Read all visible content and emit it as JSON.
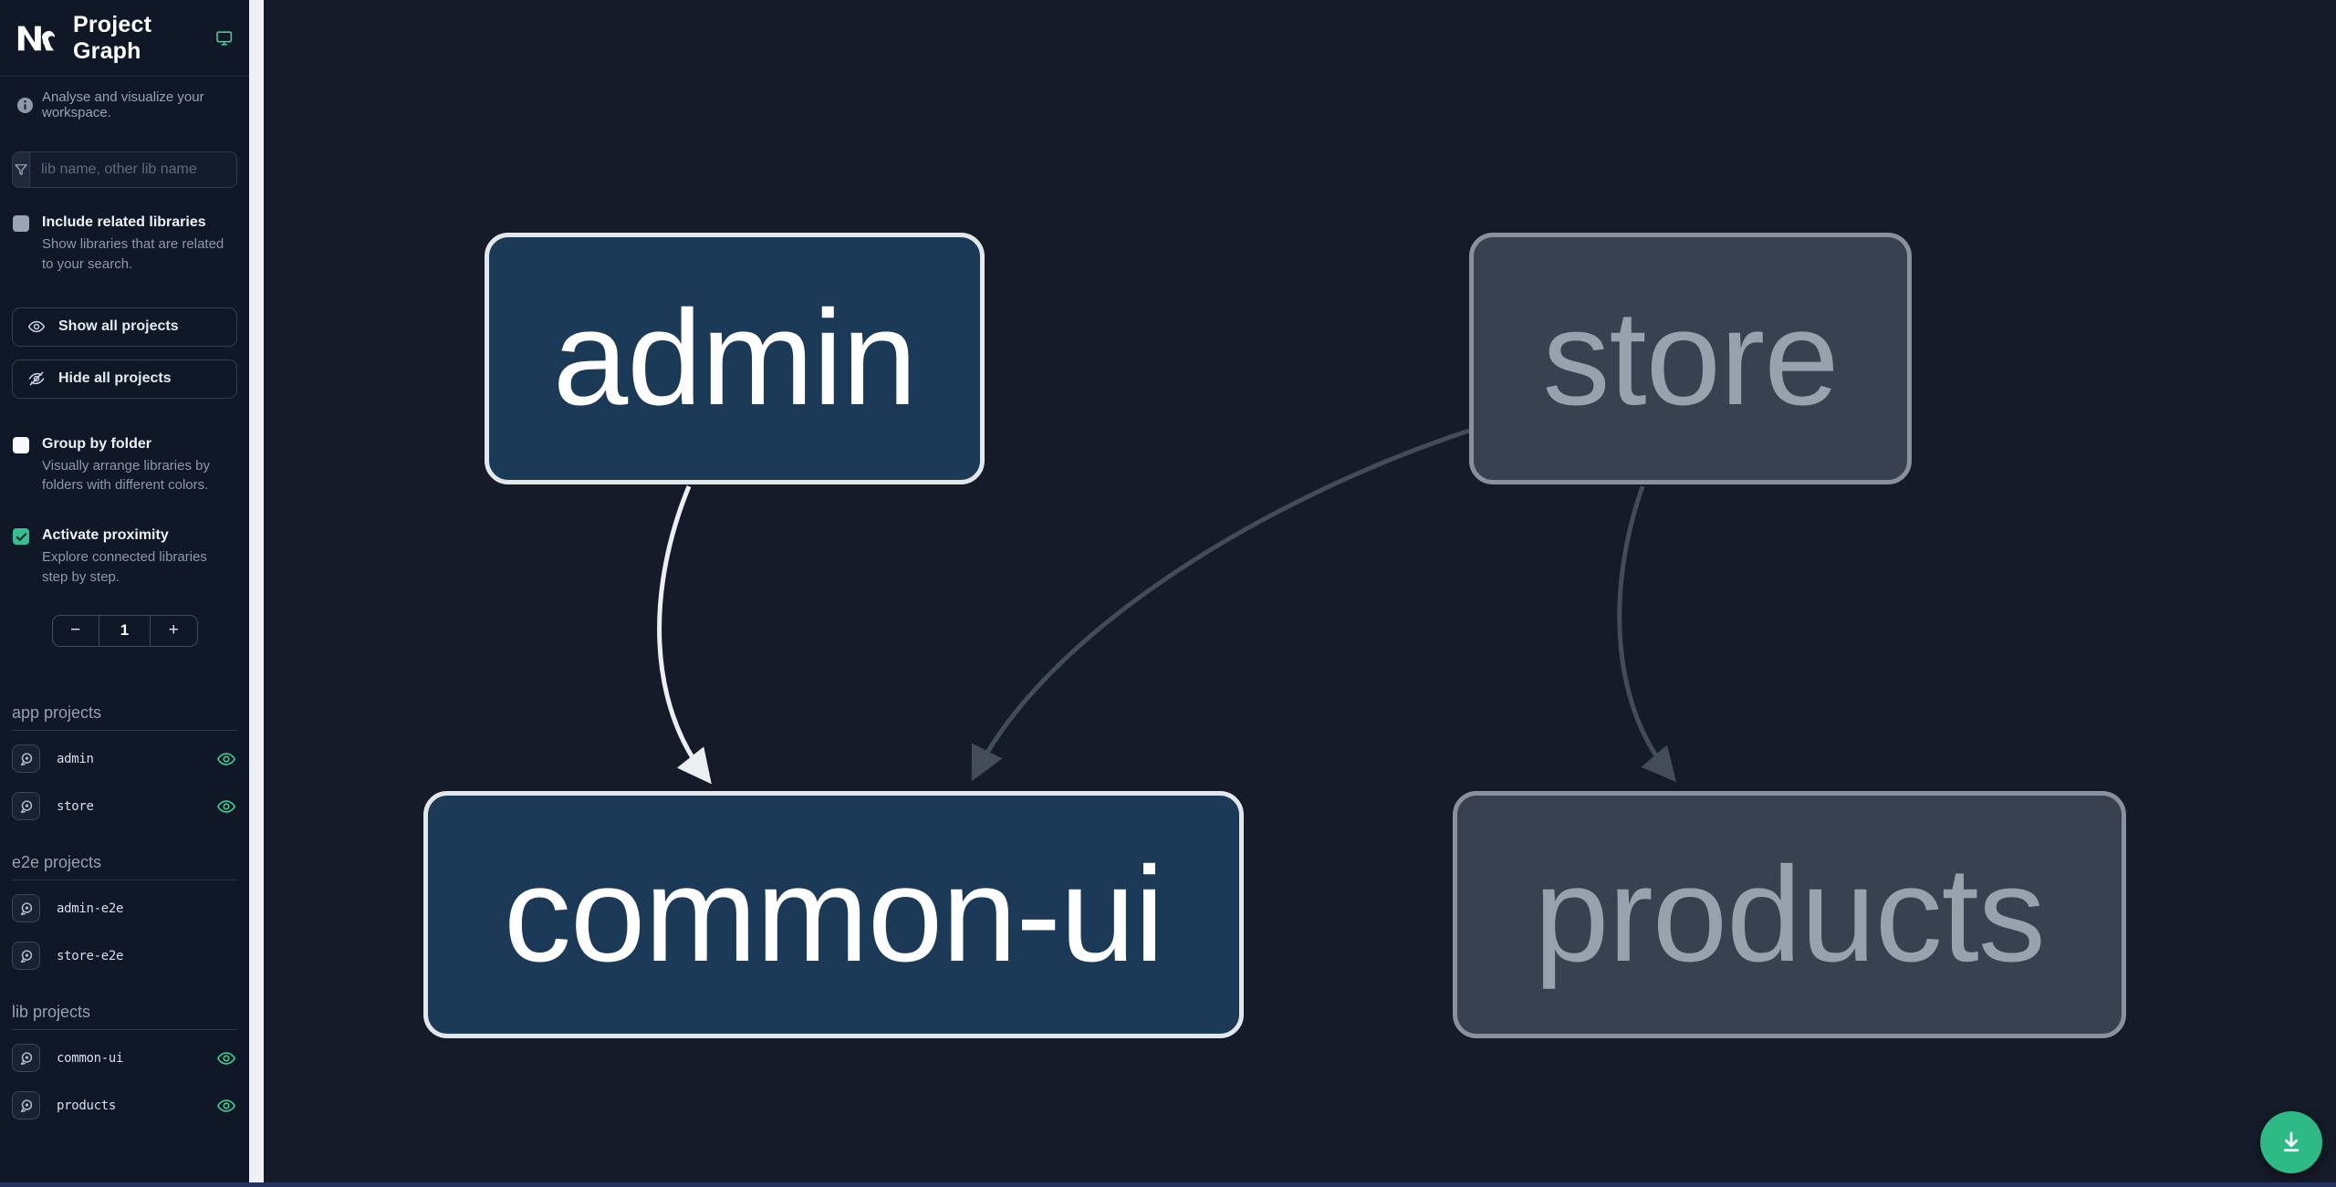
{
  "app": {
    "title": "Project Graph",
    "accent_color": "#34d399"
  },
  "sidebar": {
    "tagline": "Analyse and visualize your workspace.",
    "search": {
      "placeholder": "lib name, other lib name",
      "value": ""
    },
    "include_related": {
      "label": "Include related libraries",
      "description": "Show libraries that are related to your search.",
      "checked": false
    },
    "show_all_label": "Show all projects",
    "hide_all_label": "Hide all projects",
    "group_by_folder": {
      "label": "Group by folder",
      "description": "Visually arrange libraries by folders with different colors.",
      "checked": false
    },
    "activate_proximity": {
      "label": "Activate proximity",
      "description": "Explore connected libraries step by step.",
      "checked": true
    },
    "proximity_stepper": {
      "decrement": "−",
      "value": "1",
      "increment": "+"
    },
    "sections": [
      {
        "title": "app projects",
        "items": [
          {
            "name": "admin",
            "visible": true
          },
          {
            "name": "store",
            "visible": true
          }
        ]
      },
      {
        "title": "e2e projects",
        "items": [
          {
            "name": "admin-e2e",
            "visible": false
          },
          {
            "name": "store-e2e",
            "visible": false
          }
        ]
      },
      {
        "title": "lib projects",
        "items": [
          {
            "name": "common-ui",
            "visible": true
          },
          {
            "name": "products",
            "visible": true
          }
        ]
      }
    ]
  },
  "graph": {
    "nodes": [
      {
        "label": "admin",
        "state": "focused"
      },
      {
        "label": "store",
        "state": "faded"
      },
      {
        "label": "common-ui",
        "state": "focused"
      },
      {
        "label": "products",
        "state": "faded"
      }
    ],
    "edges": [
      {
        "from": "admin",
        "to": "common-ui",
        "style": "highlighted"
      },
      {
        "from": "store",
        "to": "common-ui",
        "style": "faded"
      },
      {
        "from": "store",
        "to": "products",
        "style": "faded"
      }
    ],
    "colors": {
      "focused_fill": "#1b3a58",
      "focused_border": "#e4e7ea",
      "faded_fill": "#394150",
      "faded_border": "#8a919d",
      "edge_light": "#eceef0",
      "edge_dark": "#444b59",
      "canvas_bg": "#151b29",
      "sidebar_bg": "#101726"
    }
  },
  "fab": {
    "icon": "download-icon"
  }
}
